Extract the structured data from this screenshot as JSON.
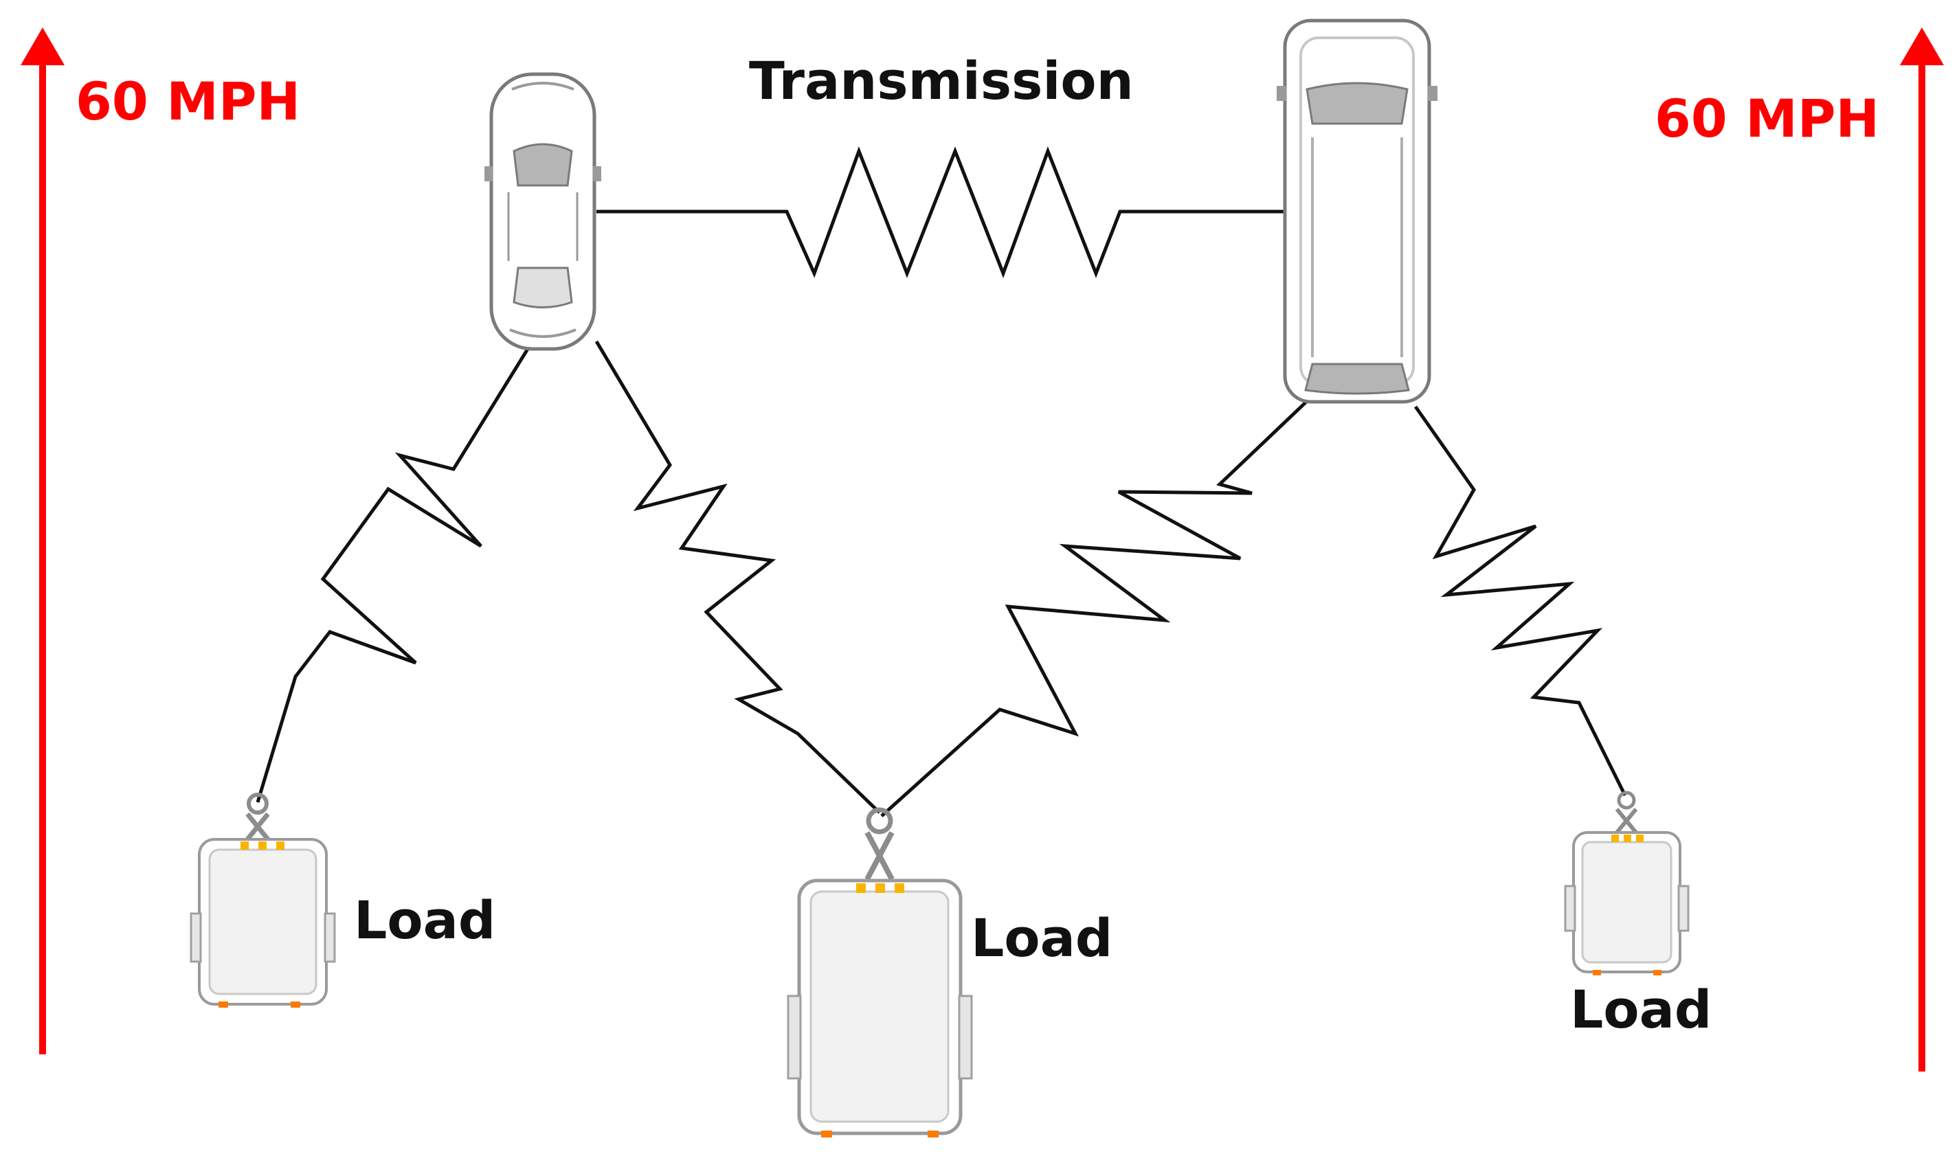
{
  "labels": {
    "speed_left": "60 MPH",
    "speed_right": "60 MPH",
    "transmission": "Transmission",
    "load_left": "Load",
    "load_center": "Load",
    "load_right": "Load"
  },
  "colors": {
    "speed": "#ff0000",
    "line": "#111111",
    "body": "#ffffff",
    "outline": "#7a7a7a",
    "glass": "#b5b5b5",
    "panel": "#e6e6e6",
    "hitch": "#8c8c8c",
    "light_amber": "#f7b500",
    "light_orange": "#ff7a00"
  },
  "icons": {
    "arrow": "arrow-up-icon",
    "spring": "spring-icon",
    "car": "car-top-view-icon",
    "suv": "suv-top-view-icon",
    "trailer": "trailer-icon"
  }
}
